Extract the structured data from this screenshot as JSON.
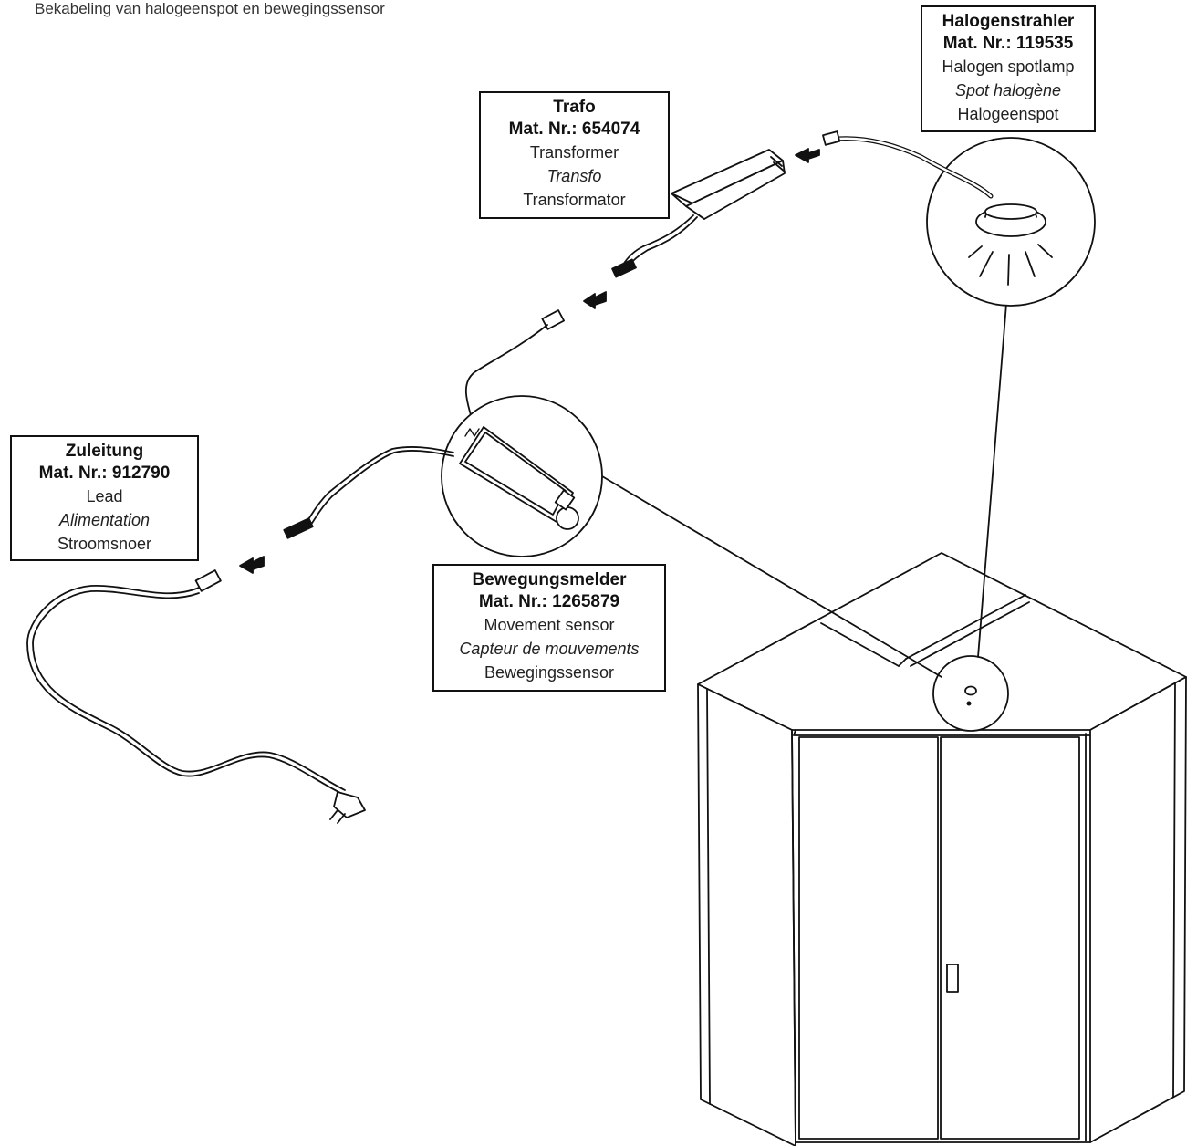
{
  "caption": "Bekabeling van halogeenspot en bewegingssensor",
  "labels": {
    "halogen": {
      "title": "Halogenstrahler",
      "matnr": "Mat. Nr.: 119535",
      "en": "Halogen spotlamp",
      "fr": "Spot halogène",
      "nl": "Halogeenspot"
    },
    "trafo": {
      "title": "Trafo",
      "matnr": "Mat. Nr.: 654074",
      "en": "Transformer",
      "fr": "Transfo",
      "nl": "Transformator"
    },
    "lead": {
      "title": "Zuleitung",
      "matnr": "Mat. Nr.: 912790",
      "en": "Lead",
      "fr": "Alimentation",
      "nl": "Stroomsnoer"
    },
    "sensor": {
      "title": "Bewegungsmelder",
      "matnr": "Mat. Nr.: 1265879",
      "en": "Movement sensor",
      "fr": "Capteur de mouvements",
      "nl": "Bewegingssensor"
    }
  }
}
